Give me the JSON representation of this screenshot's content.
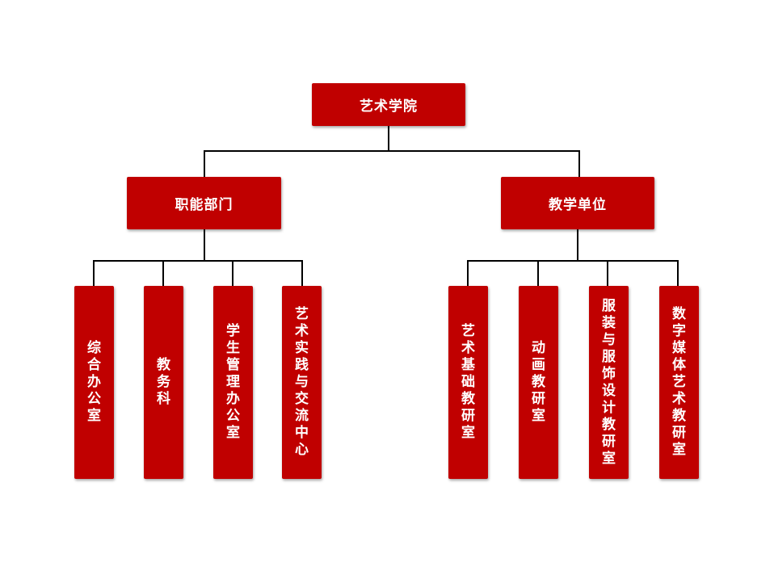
{
  "root": {
    "label": "艺术学院"
  },
  "groups": [
    {
      "label": "职能部门",
      "units": [
        "综合办公室",
        "教务科",
        "学生管理办公室",
        "艺术实践与交流中心"
      ]
    },
    {
      "label": "教学单位",
      "units": [
        "艺术基础教研室",
        "动画教研室",
        "服装与服饰设计教研室",
        "数字媒体艺术教研室"
      ]
    }
  ],
  "colors": {
    "box": "#c00000",
    "text": "#ffffff",
    "connector": "#000000"
  }
}
